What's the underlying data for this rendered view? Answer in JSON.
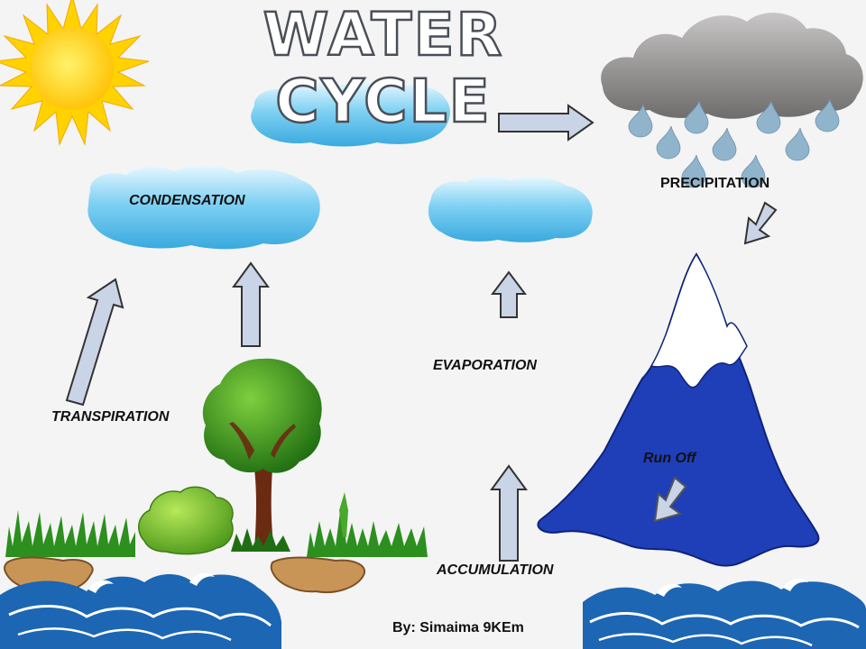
{
  "title": "WATER CYCLE",
  "labels": {
    "precipitation": "PRECIPITATION",
    "condensation": "CONDENSATION",
    "evaporation": "EVAPORATION",
    "transpiration": "TRANSPIRATION",
    "run_off": "Run Off",
    "accumulation": "ACCUMULATION"
  },
  "byline": "By: Simaima  9KEm",
  "colors": {
    "sky_cloud": "#5ec3ee",
    "rain_cloud": "#8f8c8c",
    "raindrop": "#8fb4cc",
    "mountain": "#1f3fb8",
    "snow": "#ffffff",
    "arrow": "#c9d4e6",
    "sun": "#ffd200",
    "tree_leaves": "#3e9a1f",
    "grass": "#2c8f1e",
    "soil": "#c99557",
    "wave": "#1c66b4"
  }
}
